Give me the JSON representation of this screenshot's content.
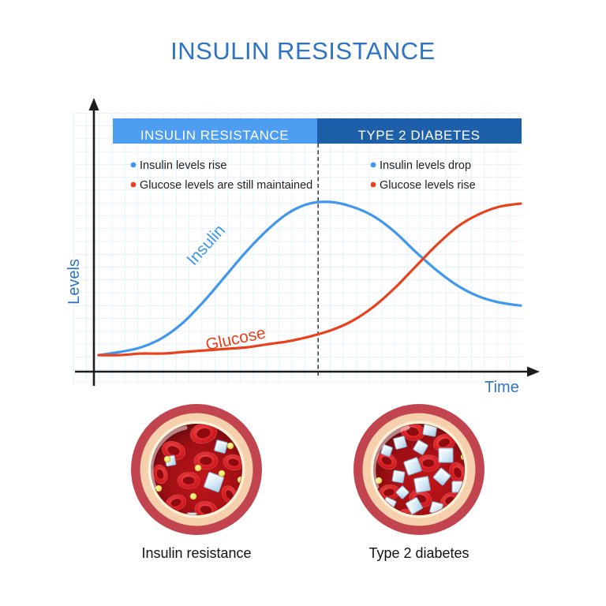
{
  "title": "INSULIN RESISTANCE",
  "colors": {
    "title_blue": "#2f74c4",
    "phase1_blue": "#4d9ef3",
    "phase2_blue": "#1d5fa8",
    "insulin_blue": "#4196ee",
    "glucose_red": "#e8411c",
    "grid_blue": "#cfe8f8",
    "axis_black": "#1c1c1c",
    "vessel_wall_red": "#c2444e",
    "vessel_wall_peach": "#f6cfad",
    "blood_red": "#9c0e13",
    "sugar_cube_blue": "#d8ebf7",
    "insulin_dot_yellow": "#e8d84a"
  },
  "chart": {
    "phases": [
      {
        "label": "INSULIN RESISTANCE",
        "color": "#4d9ef3"
      },
      {
        "label": "TYPE 2 DIABETES",
        "color": "#1d5fa8"
      }
    ],
    "legend_left": {
      "items": [
        {
          "text": "Insulin levels rise",
          "color": "#4196ee"
        },
        {
          "text": "Glucose levels are still maintained",
          "color": "#e8411c"
        }
      ]
    },
    "legend_right": {
      "items": [
        {
          "text": "Insulin levels drop",
          "color": "#4196ee"
        },
        {
          "text": "Glucose levels rise",
          "color": "#e8411c"
        }
      ]
    },
    "ylabel": "Levels",
    "xlabel": "Time"
  },
  "chart_data": {
    "type": "line",
    "title": "Insulin and glucose levels over time",
    "xlabel": "Time",
    "ylabel": "Levels",
    "x_axis": {
      "range": [
        0,
        100
      ],
      "ticks": "none"
    },
    "y_axis": {
      "range": [
        0,
        100
      ],
      "ticks": "none"
    },
    "grid": true,
    "legend_position": "top",
    "x": [
      0,
      5,
      10,
      15,
      20,
      25,
      30,
      35,
      40,
      45,
      50,
      55,
      60,
      65,
      70,
      75,
      80,
      85,
      90,
      95,
      100
    ],
    "series": [
      {
        "name": "Insulin",
        "color": "#4196ee",
        "values": [
          1,
          3,
          6,
          12,
          22,
          36,
          52,
          68,
          82,
          93,
          99,
          100,
          97,
          91,
          81,
          68,
          56,
          46,
          39,
          35,
          33
        ]
      },
      {
        "name": "Glucose",
        "color": "#e8411c",
        "values": [
          1,
          1,
          2,
          2,
          3,
          4,
          5,
          6,
          8,
          10,
          13,
          17,
          23,
          32,
          44,
          58,
          72,
          84,
          92,
          97,
          99
        ]
      }
    ],
    "annotations": {
      "phase_divider_x": 52,
      "phase1_range": [
        0,
        52
      ],
      "phase2_range": [
        52,
        100
      ]
    }
  },
  "vessels": [
    {
      "label": "Insulin resistance",
      "rbcs": [
        [
          95,
          40,
          17,
          -15
        ],
        [
          57,
          62,
          15,
          20
        ],
        [
          98,
          75,
          15,
          0
        ],
        [
          133,
          77,
          13,
          10
        ],
        [
          40,
          92,
          12,
          75
        ],
        [
          76,
          100,
          14,
          0
        ],
        [
          128,
          118,
          12,
          60
        ],
        [
          60,
          128,
          13,
          -20
        ],
        [
          98,
          137,
          14,
          10
        ]
      ],
      "cubes": [
        [
          117,
          57,
          7,
          15
        ],
        [
          53,
          75,
          6,
          -10
        ],
        [
          108,
          102,
          10,
          20
        ],
        [
          80,
          147,
          6,
          0
        ]
      ],
      "dots": [
        [
          129,
          56
        ],
        [
          49,
          73
        ],
        [
          88,
          84
        ],
        [
          142,
          99
        ],
        [
          38,
          110
        ],
        [
          82,
          120
        ],
        [
          118,
          91
        ]
      ]
    },
    {
      "label": "Type 2 diabetes",
      "rbcs": [
        [
          78,
          38,
          15,
          10
        ],
        [
          118,
          52,
          14,
          -20
        ],
        [
          45,
          75,
          13,
          30
        ],
        [
          98,
          78,
          14,
          0
        ],
        [
          135,
          90,
          13,
          70
        ],
        [
          48,
          115,
          13,
          -10
        ],
        [
          88,
          123,
          14,
          15
        ],
        [
          125,
          125,
          12,
          -30
        ],
        [
          70,
          145,
          12,
          0
        ]
      ],
      "cubes": [
        [
          100,
          35,
          8,
          10
        ],
        [
          62,
          52,
          7,
          -15
        ],
        [
          88,
          58,
          7,
          30
        ],
        [
          120,
          68,
          9,
          0
        ],
        [
          45,
          62,
          6,
          20
        ],
        [
          78,
          82,
          9,
          -20
        ],
        [
          115,
          95,
          8,
          40
        ],
        [
          60,
          95,
          7,
          10
        ],
        [
          90,
          105,
          9,
          -10
        ],
        [
          135,
          108,
          7,
          0
        ],
        [
          48,
          130,
          7,
          25
        ],
        [
          80,
          132,
          8,
          -30
        ],
        [
          108,
          135,
          7,
          15
        ],
        [
          95,
          150,
          6,
          0
        ],
        [
          128,
          145,
          6,
          -10
        ],
        [
          65,
          115,
          6,
          45
        ]
      ],
      "dots": [
        [
          143,
          70
        ],
        [
          35,
          100
        ],
        [
          140,
          118
        ]
      ]
    }
  ]
}
